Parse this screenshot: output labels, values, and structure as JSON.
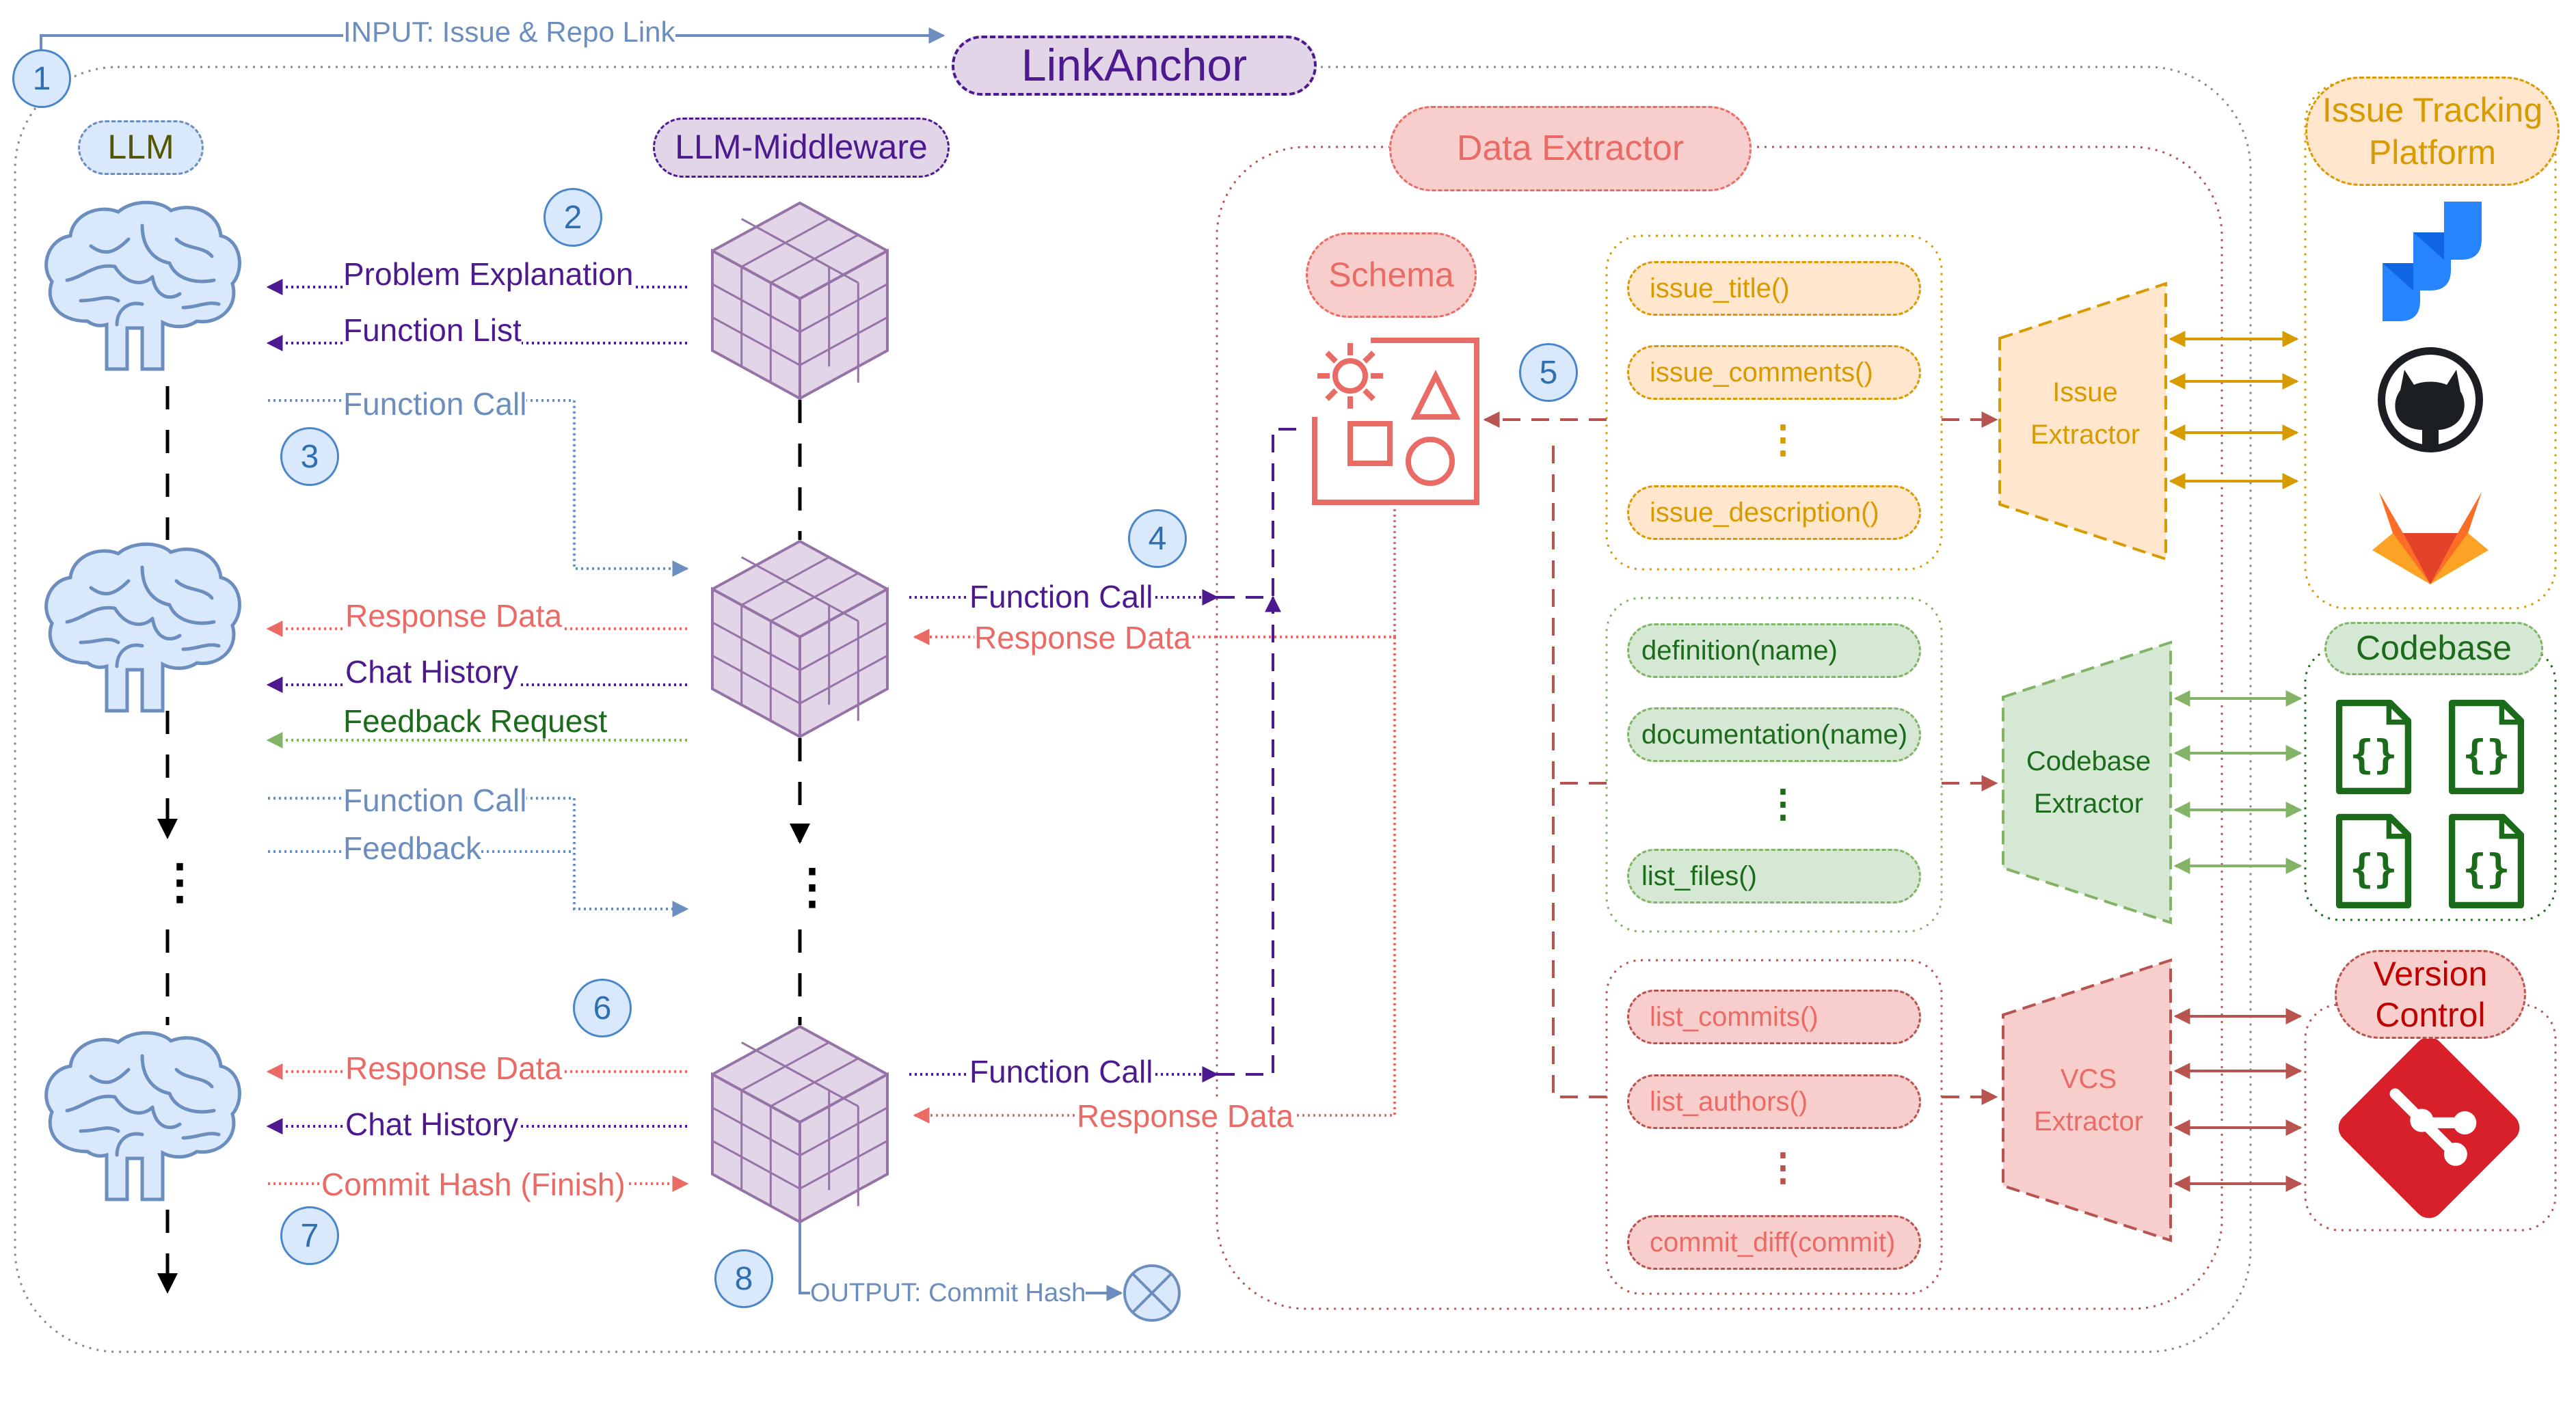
{
  "input_label": "INPUT: Issue & Repo Link",
  "title": "LinkAnchor",
  "columns": {
    "llm": "LLM",
    "middleware": "LLM-Middleware"
  },
  "data_extractor": "Data Extractor",
  "schema": "Schema",
  "steps": [
    "1",
    "2",
    "3",
    "4",
    "5",
    "6",
    "7",
    "8"
  ],
  "flow_top": {
    "problem_explanation": "Problem Explanation",
    "function_list": "Function List",
    "function_call": "Function Call"
  },
  "flow_middle": {
    "response_data": "Response Data",
    "chat_history": "Chat History",
    "feedback_request": "Feedback Request",
    "function_call": "Function Call",
    "feedback": "Feedback",
    "mw_function_call": "Function Call",
    "mw_response_data": "Response Data"
  },
  "flow_bottom": {
    "response_data": "Response Data",
    "chat_history": "Chat History",
    "commit_hash": "Commit Hash (Finish)",
    "mw_function_call": "Function Call",
    "mw_response_data": "Response Data"
  },
  "output_label": "OUTPUT: Commit Hash",
  "ellipsis": "⋮",
  "issue_functions": [
    "issue_title()",
    "issue_comments()",
    "issue_description()"
  ],
  "code_functions": [
    "definition(name)",
    "documentation(name)",
    "list_files()"
  ],
  "vcs_functions": [
    "list_commits()",
    "list_authors()",
    "commit_diff(commit)"
  ],
  "extractors": {
    "issue": [
      "Issue",
      "Extractor"
    ],
    "codebase": [
      "Codebase",
      "Extractor"
    ],
    "vcs": [
      "VCS",
      "Extractor"
    ]
  },
  "platforms": {
    "issue_tracking": [
      "Issue Tracking",
      "Platform"
    ],
    "codebase": "Codebase",
    "version_control": [
      "Version",
      "Control"
    ]
  },
  "colors": {
    "blue": "#6c8ebf",
    "blue_fill": "#dae8fc",
    "purple": "#4c1a8e",
    "purple_fill": "#e1d5e7",
    "red": "#ea6b66",
    "red_fill": "#f8cecc",
    "darkred": "#b85450",
    "orange": "#d79b00",
    "orange_fill": "#ffe6cc",
    "green": "#82b366",
    "green_fill": "#d5e8d4",
    "dark_green": "#1b6b1b",
    "jira": "#2684ff",
    "gitlab": "#fc6d26",
    "git": "#d8202a"
  },
  "icons": [
    "brain-icon",
    "cube-icon",
    "schema-icon",
    "jira-icon",
    "github-icon",
    "gitlab-icon",
    "code-file-icon",
    "git-icon",
    "output-terminal-icon"
  ]
}
